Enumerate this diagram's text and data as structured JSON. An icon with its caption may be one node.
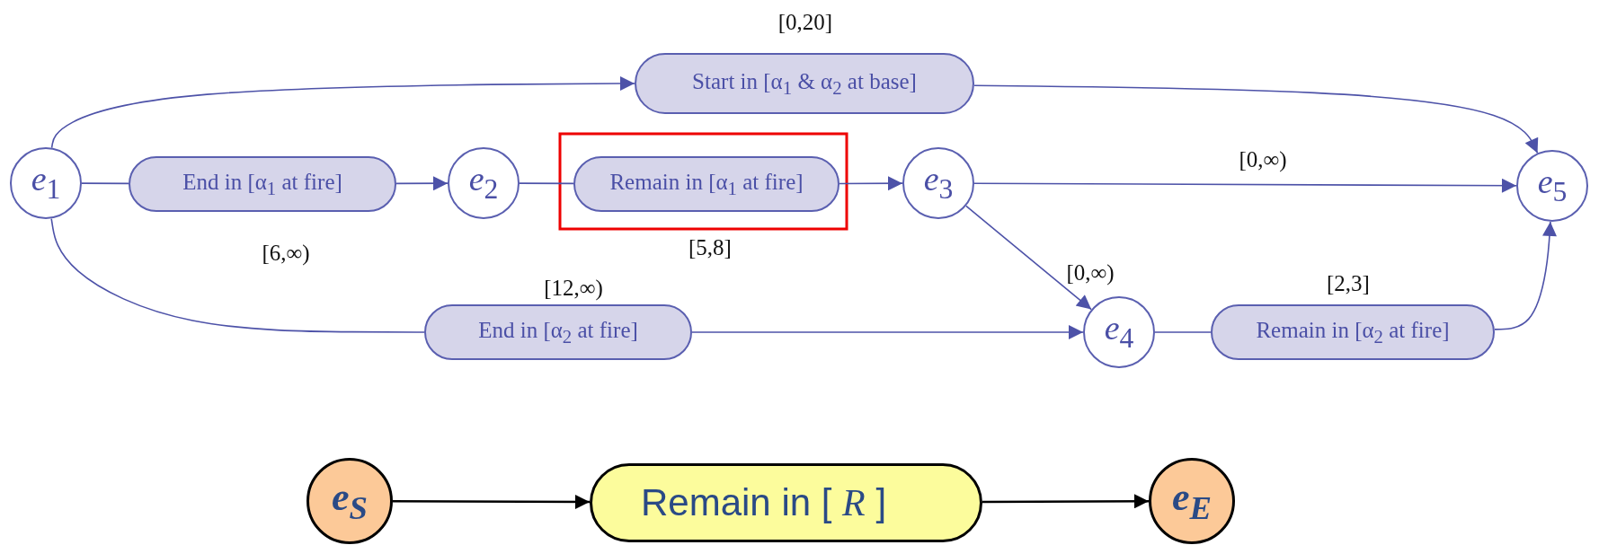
{
  "diagram": {
    "nodes": [
      {
        "text": [
          "*e*$_{1}$"
        ]
      },
      {
        "text": [
          "Start in [α$_{1}$ & α$_{2}$ at base]"
        ],
        "beside": [
          "[0,20]"
        ]
      },
      {
        "text": [
          "End in [α$_{1}$ at fire]"
        ],
        "beside": [
          "[6,∞)"
        ]
      },
      {
        "text": [
          "*e*$_{2}$"
        ]
      },
      {
        "text": [
          "Remain in [α$_{1}$ at fire]"
        ],
        "beside": [
          "[5,8]"
        ]
      },
      {
        "text": [
          "*e*$_{3}$"
        ]
      },
      {
        "text": [
          "*e*$_{5}$"
        ]
      },
      {
        "text": [
          "End in [α$_{2}$ at fire]"
        ],
        "beside": [
          "[12,∞)"
        ]
      },
      {
        "text": [
          "*e*$_{4}$"
        ]
      },
      {
        "text": [
          "Remain in [α$_{2}$ at fire]"
        ],
        "beside": [
          "[2,3]"
        ]
      },
      {
        "text": [
          "e$_{S}$"
        ]
      },
      {
        "text": [
          "Remain in [ *R* ]"
        ]
      },
      {
        "text": [
          "e$_{E}$"
        ]
      }
    ],
    "edges": [
      {
        "from": 0,
        "to": 1,
        "arrow": "to"
      },
      {
        "from": 1,
        "to": 6,
        "arrow": "to"
      },
      {
        "from": 0,
        "to": 2,
        "arrow": "none"
      },
      {
        "from": 2,
        "to": 3,
        "arrow": "to"
      },
      {
        "from": 3,
        "to": 4,
        "arrow": "none"
      },
      {
        "from": 4,
        "to": 5,
        "arrow": "to"
      },
      {
        "from": 5,
        "to": 6,
        "arrow": "to",
        "label": "[0,∞)"
      },
      {
        "from": 5,
        "to": 8,
        "arrow": "to",
        "label": "[0,∞)"
      },
      {
        "from": 0,
        "to": 7,
        "arrow": "none"
      },
      {
        "from": 7,
        "to": 8,
        "arrow": "to"
      },
      {
        "from": 8,
        "to": 9,
        "arrow": "none"
      },
      {
        "from": 9,
        "to": 6,
        "arrow": "to"
      },
      {
        "from": 10,
        "to": 11,
        "arrow": "to",
        "color": "#000000"
      },
      {
        "from": 11,
        "to": 12,
        "arrow": "to",
        "color": "#000000"
      }
    ]
  }
}
